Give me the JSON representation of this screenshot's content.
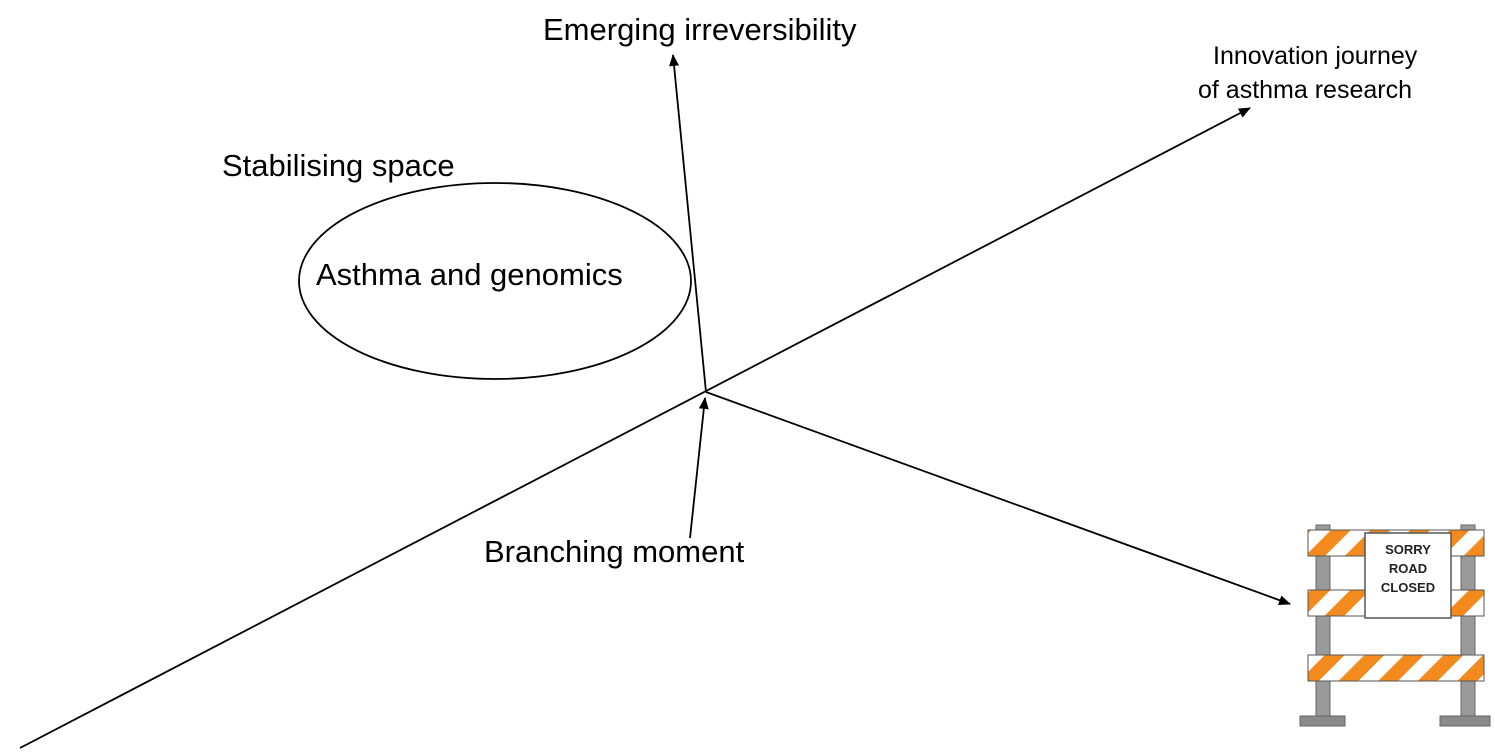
{
  "labels": {
    "emerging": "Emerging irreversibility",
    "journey_line1": "Innovation journey",
    "journey_line2": "of asthma research",
    "stabilising": "Stabilising space",
    "ellipse": "Asthma and genomics",
    "branching": "Branching moment"
  },
  "sign": {
    "line1": "SORRY",
    "line2": "ROAD",
    "line3": "CLOSED"
  },
  "colors": {
    "line": "#000000",
    "stripe_orange": "#f28a1e",
    "stripe_white": "#ffffff",
    "post": "#9a9a9a"
  }
}
